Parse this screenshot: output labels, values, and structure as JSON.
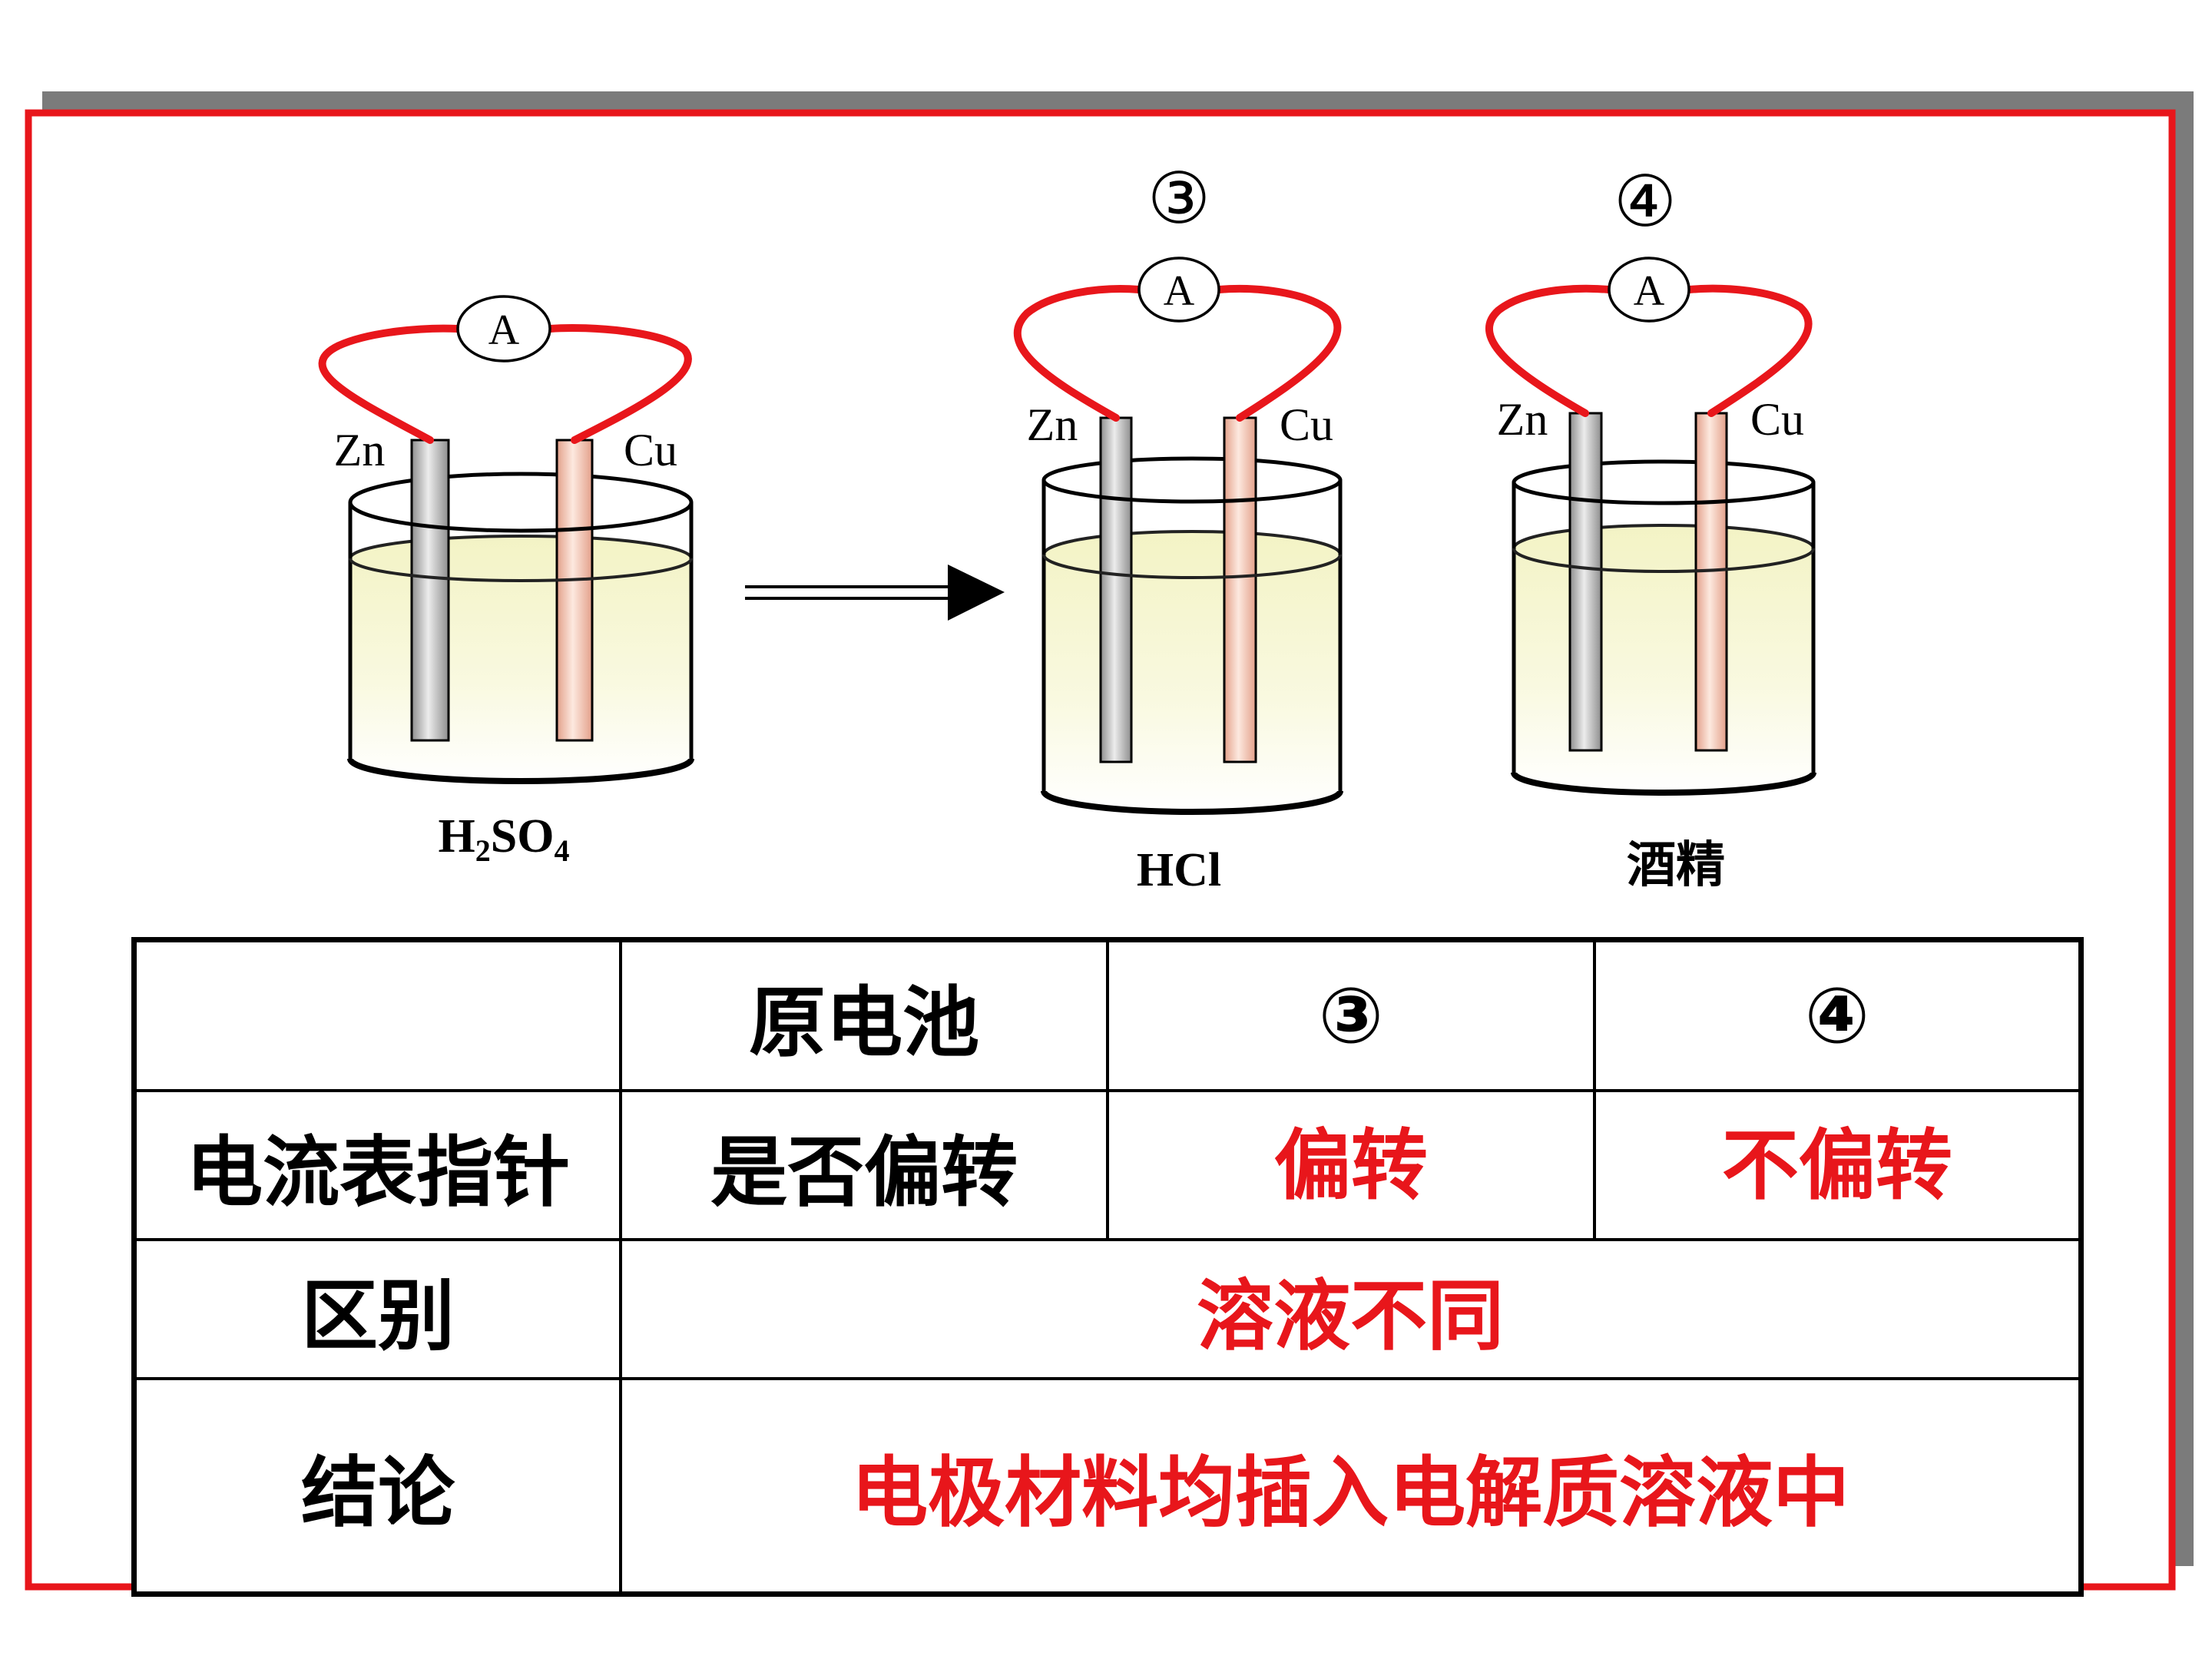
{
  "colors": {
    "frame_border": "#e8161b",
    "frame_shadow": "#7b7b7b",
    "wire": "#e8161b",
    "answer_text": "#e8161b",
    "body_text": "#000000",
    "solution": "#f3f3c5",
    "zinc": "#8e8e8e",
    "copper": "#e3a08a"
  },
  "icons": {
    "meter": "ammeter-icon",
    "transition": "double-line-right-arrow-icon"
  },
  "diagram": {
    "beakers": [
      {
        "electrode_left": "Zn",
        "electrode_right": "Cu",
        "meter": "A",
        "solution": [
          "H",
          "2",
          "SO",
          "4"
        ]
      },
      {
        "number": "③",
        "electrode_left": "Zn",
        "electrode_right": "Cu",
        "meter": "A",
        "solution": "HCl"
      },
      {
        "number": "④",
        "electrode_left": "Zn",
        "electrode_right": "Cu",
        "meter": "A",
        "solution": "酒精"
      }
    ]
  },
  "table": {
    "header": [
      "原电池",
      "③",
      "④"
    ],
    "rows": [
      {
        "label": "电流表指针",
        "cells": [
          "是否偏转",
          "偏转",
          "不偏转"
        ]
      },
      {
        "label": "区别",
        "merged": "溶液不同"
      },
      {
        "label": "结论",
        "merged": "电极材料均插入电解质溶液中"
      }
    ]
  }
}
